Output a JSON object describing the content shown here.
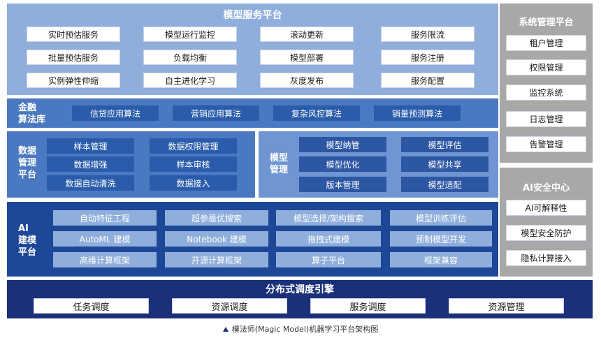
{
  "service_platform": {
    "title": "模型服务平台",
    "rows": [
      [
        "实时预估服务",
        "模型运行监控",
        "滚动更新",
        "服务限流"
      ],
      [
        "批量预估服务",
        "负载均衡",
        "模型部署",
        "服务注册"
      ],
      [
        "实例弹性伸缩",
        "自主进化学习",
        "灰度发布",
        "服务配置"
      ]
    ]
  },
  "finance": {
    "label_line1": "金融",
    "label_line2": "算法库",
    "items": [
      "信贷应用算法",
      "营销应用算法",
      "复杂风控算法",
      "销量预测算法"
    ]
  },
  "data_mgmt": {
    "label_line1": "数据",
    "label_line2": "管理",
    "label_line3": "平台",
    "rows": [
      [
        "样本管理",
        "数据权限管理"
      ],
      [
        "数据增强",
        "样本审核"
      ],
      [
        "数据自动清洗",
        "数据接入"
      ]
    ]
  },
  "model_mgmt": {
    "label_line1": "模型",
    "label_line2": "管理",
    "rows": [
      [
        "模型纳管",
        "模型评估"
      ],
      [
        "模型优化",
        "模型共享"
      ],
      [
        "版本管理",
        "模型适配"
      ]
    ]
  },
  "ai_modeling": {
    "label_line1": "AI",
    "label_line2": "建模",
    "label_line3": "平台",
    "rows": [
      [
        "自动特征工程",
        "超参最优搜索",
        "模型选择/架构搜索",
        "模型训练评估"
      ],
      [
        "AutoML 建模",
        "Notebook 建模",
        "拖拽式建模",
        "预制模型开发"
      ],
      [
        "高维计算框架",
        "开源计算框架",
        "算子平台",
        "框架兼容"
      ]
    ]
  },
  "distributed_engine": {
    "title": "分布式调度引擎",
    "items": [
      "任务调度",
      "资源调度",
      "服务调度",
      "资源管理"
    ]
  },
  "system_mgmt": {
    "title": "系统管理平台",
    "items": [
      "租户管理",
      "权限管理",
      "监控系统",
      "日志管理",
      "告警管理"
    ]
  },
  "ai_security": {
    "title": "AI安全中心",
    "items": [
      "AI可解释性",
      "模型安全防护",
      "隐私计算接入"
    ]
  },
  "caption": "模法师(Magic Model)机器学习平台架构图",
  "colors": {
    "light_blue": "#8faedb",
    "medium_blue": "#4a79c1",
    "dark_blue": "#1d4797",
    "navy": "#1b2f7a",
    "gray": "#a8a8a8",
    "inner_dark": "#2d56a3",
    "inner_mid": "#6f95d2",
    "inner_medium": "#2a5cab"
  }
}
